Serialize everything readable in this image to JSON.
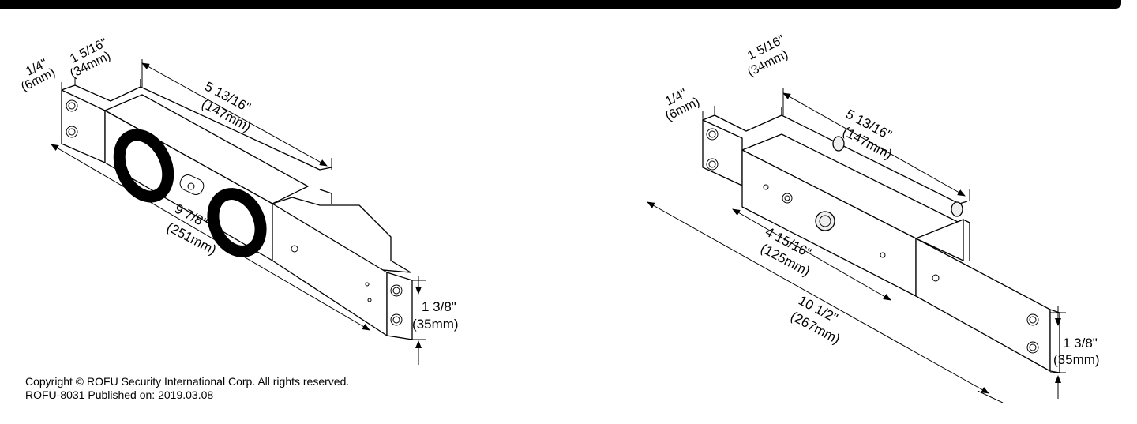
{
  "left_view": {
    "dims": {
      "thickness": "1/4\"",
      "thickness_mm": "(6mm)",
      "depth": "1 5/16\"",
      "depth_mm": "(34mm)",
      "magnet_len": "5 13/16\"",
      "magnet_len_mm": "(147mm)",
      "total_len": "9 7/8\"",
      "total_len_mm": "(251mm)",
      "width": "1 3/8\"",
      "width_mm": "(35mm)"
    }
  },
  "right_view": {
    "dims": {
      "thickness": "1/4\"",
      "thickness_mm": "(6mm)",
      "depth": "1 5/16\"",
      "depth_mm": "(34mm)",
      "magnet_len": "5 13/16\"",
      "magnet_len_mm": "(147mm)",
      "armature_len": "4 15/16\"",
      "armature_len_mm": "(125mm)",
      "total_len": "10 1/2\"",
      "total_len_mm": "(267mm)",
      "width": "1 3/8\"",
      "width_mm": "(35mm)"
    }
  },
  "footer": {
    "copyright": "Copyright © ROFU Security International Corp. All rights reserved.",
    "published": "ROFU-8031 Published on:  2019.03.08"
  }
}
